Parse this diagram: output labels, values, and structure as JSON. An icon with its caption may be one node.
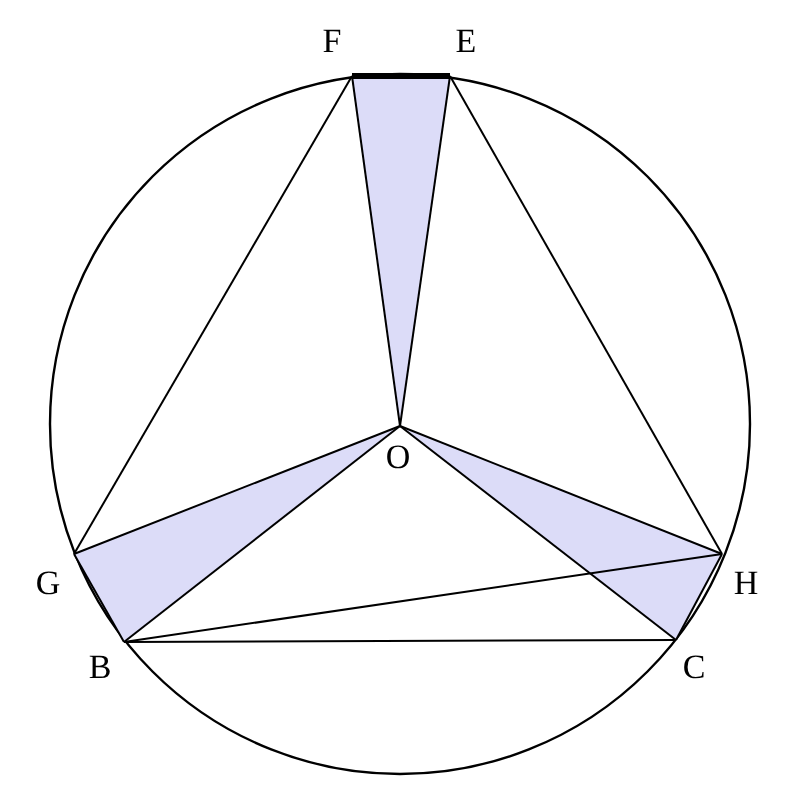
{
  "diagram": {
    "nodes": [
      {
        "text": [
          "F"
        ]
      },
      {
        "text": [
          "E"
        ]
      },
      {
        "text": [
          "O"
        ]
      },
      {
        "text": [
          "G"
        ]
      },
      {
        "text": [
          "H"
        ]
      },
      {
        "text": [
          "B"
        ]
      },
      {
        "text": [
          "C"
        ]
      }
    ],
    "edges": [
      {
        "from": 0,
        "to": 1,
        "arrow": "none",
        "style": "thick"
      },
      {
        "from": 0,
        "to": 2,
        "arrow": "none"
      },
      {
        "from": 1,
        "to": 2,
        "arrow": "none"
      },
      {
        "from": 0,
        "to": 3,
        "arrow": "none"
      },
      {
        "from": 1,
        "to": 4,
        "arrow": "none"
      },
      {
        "from": 2,
        "to": 3,
        "arrow": "none"
      },
      {
        "from": 2,
        "to": 5,
        "arrow": "none"
      },
      {
        "from": 2,
        "to": 4,
        "arrow": "none"
      },
      {
        "from": 2,
        "to": 6,
        "arrow": "none"
      },
      {
        "from": 3,
        "to": 5,
        "arrow": "none"
      },
      {
        "from": 4,
        "to": 6,
        "arrow": "none"
      },
      {
        "from": 5,
        "to": 6,
        "arrow": "none"
      },
      {
        "from": 5,
        "to": 4,
        "arrow": "none"
      }
    ]
  }
}
